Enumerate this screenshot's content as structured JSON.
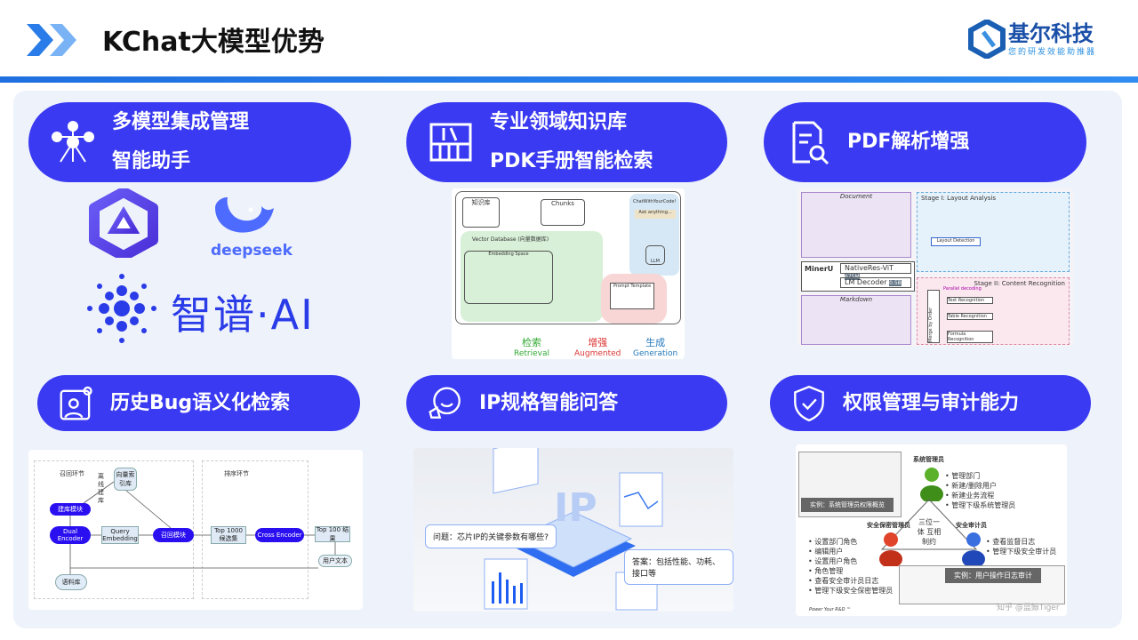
{
  "header": {
    "title": "KChat大模型优势",
    "logo_name": "基尔科技",
    "logo_slogan": "您的研发效能助推器"
  },
  "colors": {
    "accent": "#3a3af2",
    "header_line": "#1f6fe0",
    "panel": "#eef2fb"
  },
  "cards": [
    {
      "lines": [
        "多模型集成管理",
        "智能助手"
      ],
      "icon": "network-icon"
    },
    {
      "lines": [
        "专业领域知识库",
        "PDK手册智能检索"
      ],
      "icon": "library-icon"
    },
    {
      "lines": [
        "PDF解析增强"
      ],
      "icon": "document-search-icon"
    },
    {
      "lines": [
        "历史Bug语义化检索"
      ],
      "icon": "robot-user-icon"
    },
    {
      "lines": [
        "IP规格智能问答"
      ],
      "icon": "chat-hand-icon"
    },
    {
      "lines": [
        "权限管理与审计能力"
      ],
      "icon": "shield-check-icon"
    }
  ],
  "models": {
    "deepseek": "deepseek",
    "zhipu": "智谱·AI"
  },
  "rag": {
    "kb": "知识库",
    "chunks": "Chunks",
    "vdb": "Vector Database (向量数据库)",
    "space": "Embedding Space",
    "chat": "ChatWithYourCode!",
    "ask": "Ask anything...",
    "prompt": "Prompt Template",
    "llm": "LLM",
    "retrieval_cn": "检索",
    "retrieval": "Retrieval",
    "aug_cn": "增强",
    "aug": "Augmented",
    "gen_cn": "生成",
    "gen": "Generation"
  },
  "pdf": {
    "doc": "Document",
    "stage1": "Stage I: Layout Analysis",
    "stage2": "Stage II: Content Recognition",
    "minerU": "MinerU",
    "vit": "NativeRes-ViT",
    "vit_size": "675M",
    "lm": "LM Decoder",
    "lm_size": "0.5B",
    "markdown": "Markdown",
    "t1": "Text Recognition",
    "t2": "Table Recognition",
    "t3": "Formula Recognition",
    "parallel": "Parallel decoding",
    "merge": "Merge by Order",
    "layout": "Layout Detection"
  },
  "bug": {
    "recall": "召回环节",
    "rank": "排序环节",
    "offline": "离线建库",
    "vindex": "向量索引库",
    "build": "建库模块",
    "dual": "Dual Encoder",
    "query": "Query Embedding",
    "recall_mod": "召回模块",
    "top1000": "Top 1000 候选集",
    "cross": "Cross Encoder",
    "top100": "Top 100 结果",
    "user": "用户文本",
    "corpus": "语料库"
  },
  "ip": {
    "question": "问题：芯片IP的关键参数有哪些?",
    "answer": "答案：包括性能、功耗、接口等",
    "chip": "IP"
  },
  "perm": {
    "sys": "系统管理员",
    "sys_items": [
      "管理部门",
      "新建/删除用户",
      "新建业务流程",
      "管理下级系统管理员"
    ],
    "sec": "安全保密管理员",
    "sec_items": [
      "设置部门角色",
      "编辑用户",
      "设置用户角色",
      "角色管理",
      "查看安全审计员日志",
      "管理下级安全保密管理员"
    ],
    "aud": "安全审计员",
    "aud_items": [
      "查看监督日志",
      "管理下级安全审计员"
    ],
    "center": "三位一体 互相制约",
    "cap1": "实例：系统管理员权限概览",
    "cap2": "实例：用户操作日志审计",
    "footer": "Power Your R&D ™",
    "watermark": "知乎 @蓝鲸Tiger"
  }
}
